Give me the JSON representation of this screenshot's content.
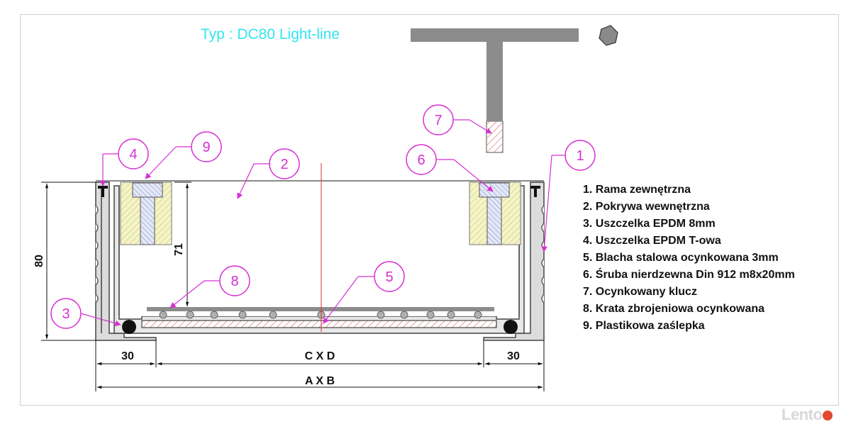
{
  "title": "Typ : DC80 Light-line",
  "callouts": [
    "1",
    "2",
    "3",
    "4",
    "5",
    "6",
    "7",
    "8",
    "9"
  ],
  "legend": [
    "1. Rama zewnętrzna",
    "2. Pokrywa wewnętrzna",
    "3. Uszczelka EPDM 8mm",
    "4. Uszczelka EPDM T-owa",
    "5. Blacha stalowa ocynkowana 3mm",
    "6. Śruba nierdzewna Din 912 m8x20mm",
    "7. Ocynkowany klucz",
    "8. Krata zbrojeniowa ocynkowana",
    "9. Plastikowa zaślepka"
  ],
  "dimensions": {
    "height": "80",
    "inner_height": "71",
    "left_width": "30",
    "right_width": "30",
    "inner_span": "C X D",
    "outer_span": "A X B"
  },
  "watermark": "Lento",
  "colors": {
    "title": "#33e6f0",
    "callout": "#d62fd4",
    "profile_fill": "#dcdcdc",
    "profile_stroke": "#444444",
    "hatch_red": "#e06060",
    "plug_yellow": "#e8e8a8",
    "screw_blue": "#9aa6d8",
    "centerline": "#e03030"
  }
}
